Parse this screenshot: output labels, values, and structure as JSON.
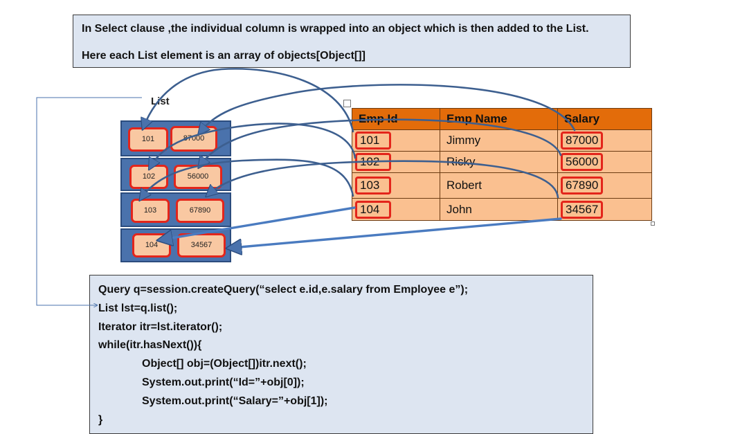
{
  "note": {
    "line1": "In Select clause ,the individual column is wrapped into an object which is then added to the List.",
    "line2": "Here each List element is an array of objects[Object[]]"
  },
  "list_label": "List",
  "list_rows": [
    {
      "id": "101",
      "salary": "87000"
    },
    {
      "id": "102",
      "salary": "56000"
    },
    {
      "id": "103",
      "salary": "67890"
    },
    {
      "id": "104",
      "salary": "34567"
    }
  ],
  "table": {
    "headers": [
      "Emp Id",
      "Emp Name",
      "Salary"
    ],
    "rows": [
      {
        "id": "101",
        "name": "Jimmy",
        "salary": "87000"
      },
      {
        "id": "102",
        "name": "Ricky",
        "salary": "56000"
      },
      {
        "id": "103",
        "name": "Robert",
        "salary": "67890"
      },
      {
        "id": "104",
        "name": "John",
        "salary": "34567"
      }
    ]
  },
  "code": {
    "line1": "Query q=session.createQuery(“select e.id,e.salary from Employee e”);",
    "line2": "List lst=q.list();",
    "line3": "Iterator itr=lst.iterator();",
    "line4": "while(itr.hasNext()){",
    "line5": "Object[] obj=(Object[])itr.next();",
    "line6": "System.out.print(“Id=”+obj[0]);",
    "line7": "System.out.print(“Salary=”+obj[1]);",
    "line8": "}"
  },
  "colors": {
    "box_fill": "#dde5f1",
    "list_block": "#4a72ac",
    "cell_border": "#e3251b",
    "header": "#e36c0a",
    "row_fill": "#fac090",
    "arrow": "#3d5f8f"
  }
}
